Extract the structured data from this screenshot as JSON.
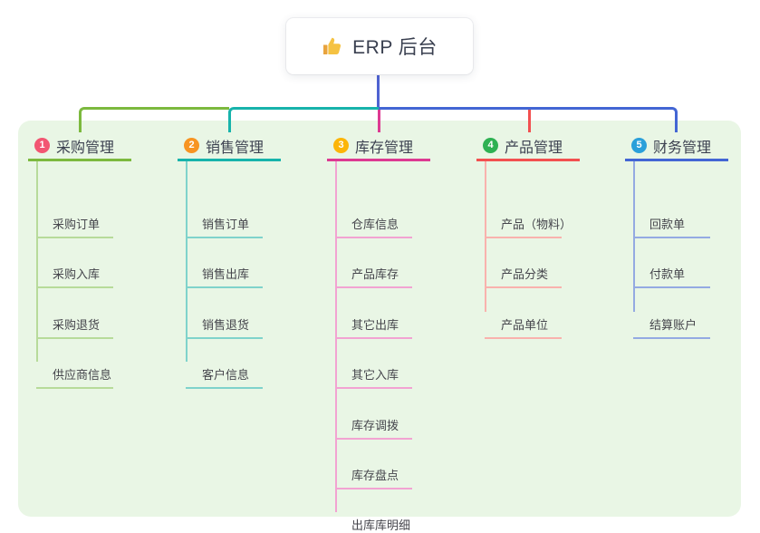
{
  "root": {
    "label": "ERP 后台",
    "icon": "thumbs-up",
    "stem_color": "#4f63d2"
  },
  "panel": {
    "bg": "#e9f6e5"
  },
  "branches": [
    {
      "num": "1",
      "label": "采购管理",
      "badge_color": "#f25672",
      "line_color": "#7cb93e",
      "light_color": "#b7db9a",
      "items": [
        "采购订单",
        "采购入库",
        "采购退货",
        "供应商信息"
      ]
    },
    {
      "num": "2",
      "label": "销售管理",
      "badge_color": "#f79422",
      "line_color": "#17b3ab",
      "light_color": "#7fd3cb",
      "items": [
        "销售订单",
        "销售出库",
        "销售退货",
        "客户信息"
      ]
    },
    {
      "num": "3",
      "label": "库存管理",
      "badge_color": "#fcb508",
      "line_color": "#dd3a92",
      "light_color": "#f2a3d2",
      "items": [
        "仓库信息",
        "产品库存",
        "其它出库",
        "其它入库",
        "库存调拨",
        "库存盘点",
        "出库库明细"
      ]
    },
    {
      "num": "4",
      "label": "产品管理",
      "badge_color": "#2fb153",
      "line_color": "#f25050",
      "light_color": "#f9b2ad",
      "items": [
        "产品（物料）",
        "产品分类",
        "产品单位"
      ]
    },
    {
      "num": "5",
      "label": "财务管理",
      "badge_color": "#2ba0da",
      "line_color": "#4366d4",
      "light_color": "#94aae2",
      "items": [
        "回款单",
        "付款单",
        "结算账户"
      ]
    }
  ]
}
